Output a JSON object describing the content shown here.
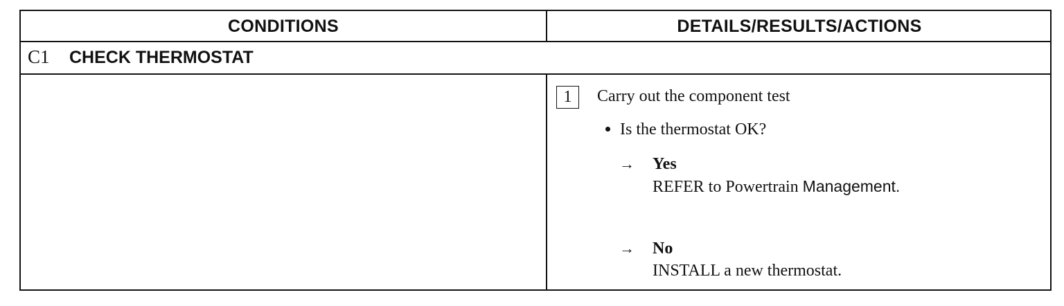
{
  "table": {
    "headers": {
      "conditions": "CONDITIONS",
      "details": "DETAILS/RESULTS/ACTIONS"
    },
    "section": {
      "id": "C1",
      "title": "CHECK THERMOSTAT"
    },
    "step": {
      "number": "1",
      "instruction": "Carry out the component test",
      "question": "Is the thermostat OK?",
      "answers": [
        {
          "label": "Yes",
          "action_prefix": "REFER to Powertrain",
          "action_suffix": "Management."
        },
        {
          "label": "No",
          "action": "INSTALL a new thermostat."
        }
      ]
    },
    "arrow_symbol": "→"
  }
}
